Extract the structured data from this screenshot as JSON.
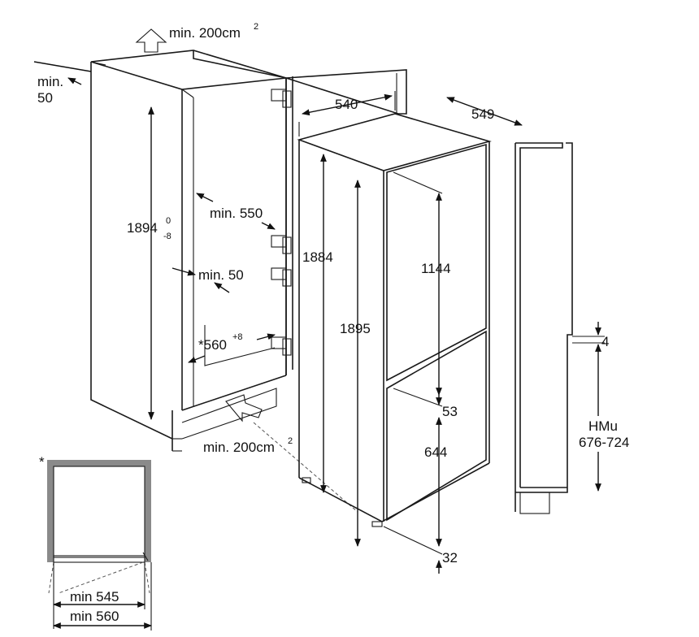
{
  "labels": {
    "vent_top": "min. 200cm",
    "vent_top_exp": "2",
    "rear_gap_1": "min.",
    "rear_gap_2": "50",
    "niche_height": "1894",
    "niche_height_tol_upper": "0",
    "niche_height_tol_lower": "-8",
    "niche_depth": "min. 550",
    "side_gap": "min. 50",
    "niche_width": "*560",
    "niche_width_tol": "+8",
    "vent_bottom": "min. 200cm",
    "vent_bottom_exp": "2",
    "door_depth": "540",
    "appliance_depth": "549",
    "body_height": "1884",
    "total_height": "1895",
    "fridge_door_height": "1144",
    "door_gap": "53",
    "freezer_door_height": "644",
    "bottom_gap": "32",
    "hinge_offset": "4",
    "hmu_label": "HMu",
    "hmu_range": "676-724",
    "asterisk": "*",
    "min_545": "min 545",
    "min_560": "min 560"
  },
  "colors": {
    "line": "#1a1a1a",
    "frame": "#8a8a8a"
  }
}
